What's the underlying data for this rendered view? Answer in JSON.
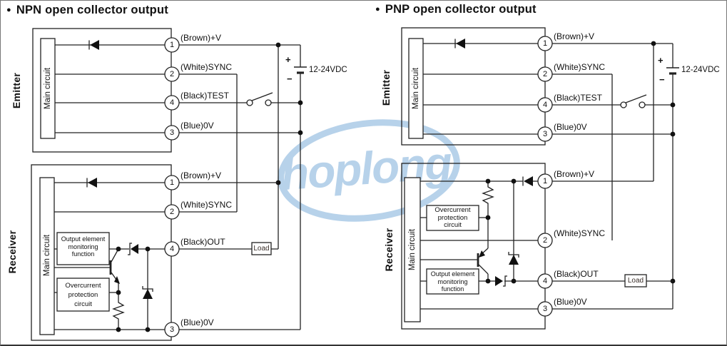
{
  "watermark": {
    "text": "hoplong",
    "color": "#b7d2ea"
  },
  "panels": [
    {
      "bullet": "●",
      "title": "NPN open collector output",
      "emitter": {
        "label": "Emitter",
        "main_box": "Main circuit",
        "terminals": [
          {
            "num": "1",
            "label": "(Brown)+V"
          },
          {
            "num": "2",
            "label": "(White)SYNC"
          },
          {
            "num": "4",
            "label": "(Black)TEST"
          },
          {
            "num": "3",
            "label": "(Blue)0V"
          }
        ]
      },
      "receiver": {
        "label": "Receiver",
        "main_box": "Main circuit",
        "terminals": [
          {
            "num": "1",
            "label": "(Brown)+V"
          },
          {
            "num": "2",
            "label": "(White)SYNC"
          },
          {
            "num": "4",
            "label": "(Black)OUT"
          },
          {
            "num": "3",
            "label": "(Blue)0V"
          }
        ],
        "monitoring_box": [
          "Output element",
          "monitoring",
          "function"
        ],
        "overcurrent_box": [
          "Overcurrent",
          "protection",
          "circuit"
        ]
      },
      "battery": {
        "plus": "+",
        "minus": "−",
        "label": "12-24VDC"
      },
      "load": "Load"
    },
    {
      "bullet": "●",
      "title": "PNP open collector output",
      "emitter": {
        "label": "Emitter",
        "main_box": "Main circuit",
        "terminals": [
          {
            "num": "1",
            "label": "(Brown)+V"
          },
          {
            "num": "2",
            "label": "(White)SYNC"
          },
          {
            "num": "4",
            "label": "(Black)TEST"
          },
          {
            "num": "3",
            "label": "(Blue)0V"
          }
        ]
      },
      "receiver": {
        "label": "Receiver",
        "main_box": "Main circuit",
        "terminals": [
          {
            "num": "1",
            "label": "(Brown)+V"
          },
          {
            "num": "2",
            "label": "(White)SYNC"
          },
          {
            "num": "4",
            "label": "(Black)OUT"
          },
          {
            "num": "3",
            "label": "(Blue)0V"
          }
        ],
        "monitoring_box": [
          "Output element",
          "monitoring",
          "function"
        ],
        "overcurrent_box": [
          "Overcurrent",
          "protection",
          "circuit"
        ]
      },
      "battery": {
        "plus": "+",
        "minus": "−",
        "label": "12-24VDC"
      },
      "load": "Load"
    }
  ]
}
